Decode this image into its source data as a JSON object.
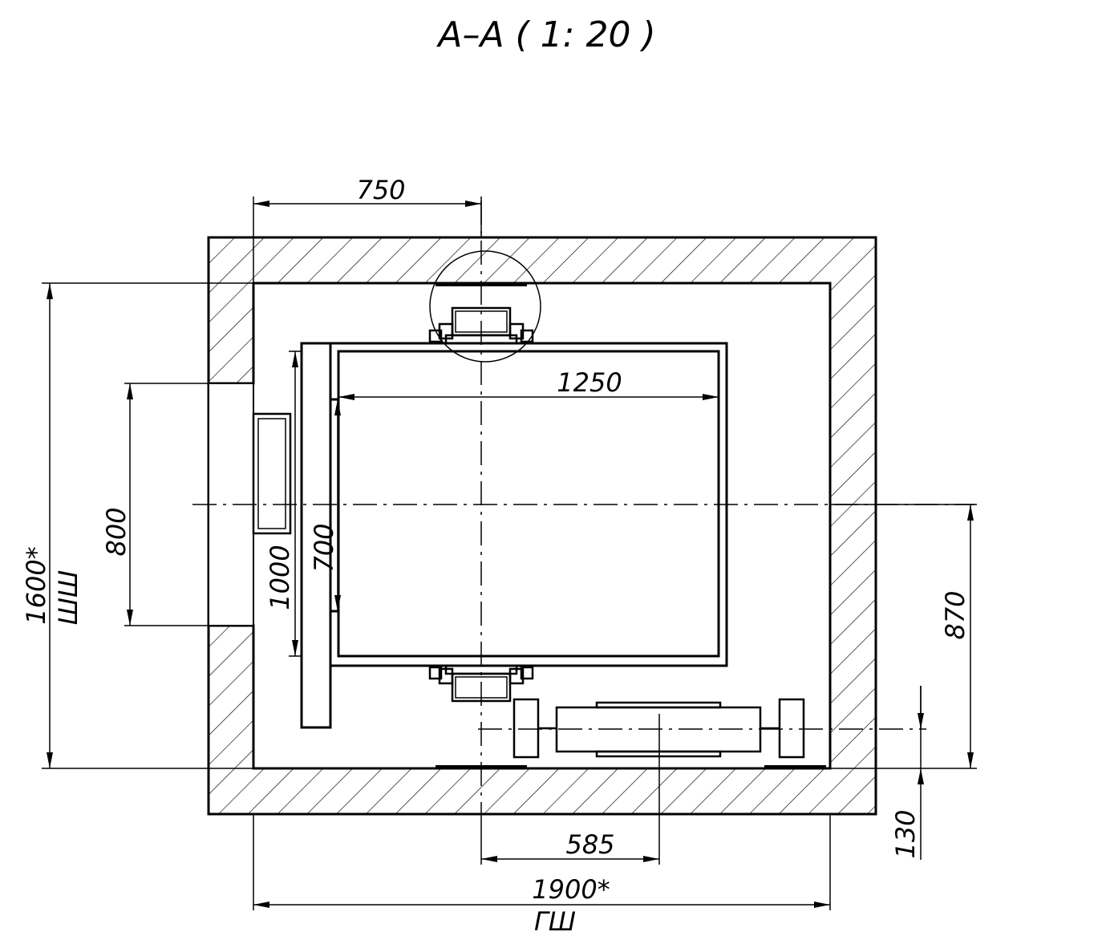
{
  "title": "A–A ( 1: 20 )",
  "dimensions": {
    "top_offset": "750",
    "car_width": "1250",
    "door_opening": "800",
    "car_door_width": "700",
    "car_depth": "1000",
    "shaft_depth": "1600*",
    "shaft_depth_code": "ШШ",
    "cwt_offset": "870",
    "cwt_rail_offset": "585",
    "shaft_width": "1900*",
    "shaft_width_code": "ГШ",
    "wall_gap": "130"
  },
  "colors": {
    "line": "#000000",
    "background": "#ffffff"
  }
}
